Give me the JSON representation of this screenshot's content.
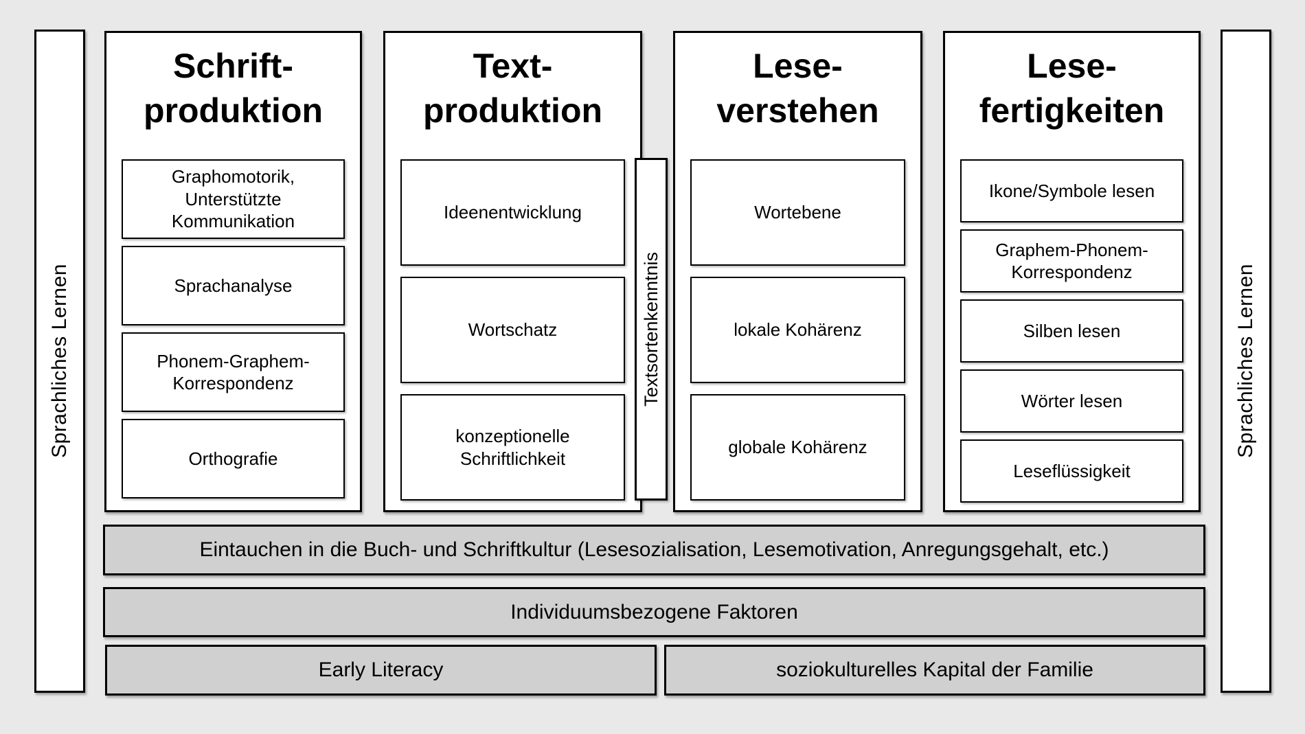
{
  "colors": {
    "background": "#e9e9e9",
    "panel_fill": "#ffffff",
    "bar_fill": "#d0d0d0",
    "border": "#000000",
    "text": "#000000"
  },
  "sidebars": {
    "left": "Sprachliches Lernen",
    "right": "Sprachliches Lernen"
  },
  "columns": [
    {
      "title": "Schrift-\nproduktion",
      "boxes": [
        "Graphomotorik,\nUnterstützte\nKommunikation",
        "Sprachanalyse",
        "Phonem-Graphem-\nKorrespondenz",
        "Orthografie"
      ]
    },
    {
      "title": "Text-\nproduktion",
      "boxes": [
        "Ideenentwicklung",
        "Wortschatz",
        "konzeptionelle\nSchriftlichkeit"
      ]
    },
    {
      "title": "Lese-\nverstehen",
      "boxes": [
        "Wortebene",
        "lokale Kohärenz",
        "globale Kohärenz"
      ]
    },
    {
      "title": "Lese-\nfertigkeiten",
      "boxes": [
        "Ikone/Symbole lesen",
        "Graphem-Phonem-\nKorrespondenz",
        "Silben lesen",
        "Wörter lesen",
        "Leseflüssigkeit"
      ]
    }
  ],
  "divider": "Textsortenkenntnis",
  "foundation_bars": [
    "Eintauchen in die Buch- und Schriftkultur (Lesesozialisation, Lesemotivation, Anregungsgehalt, etc.)",
    "Individuumsbezogene Faktoren"
  ],
  "base_boxes": [
    "Early Literacy",
    "soziokulturelles Kapital der Familie"
  ]
}
